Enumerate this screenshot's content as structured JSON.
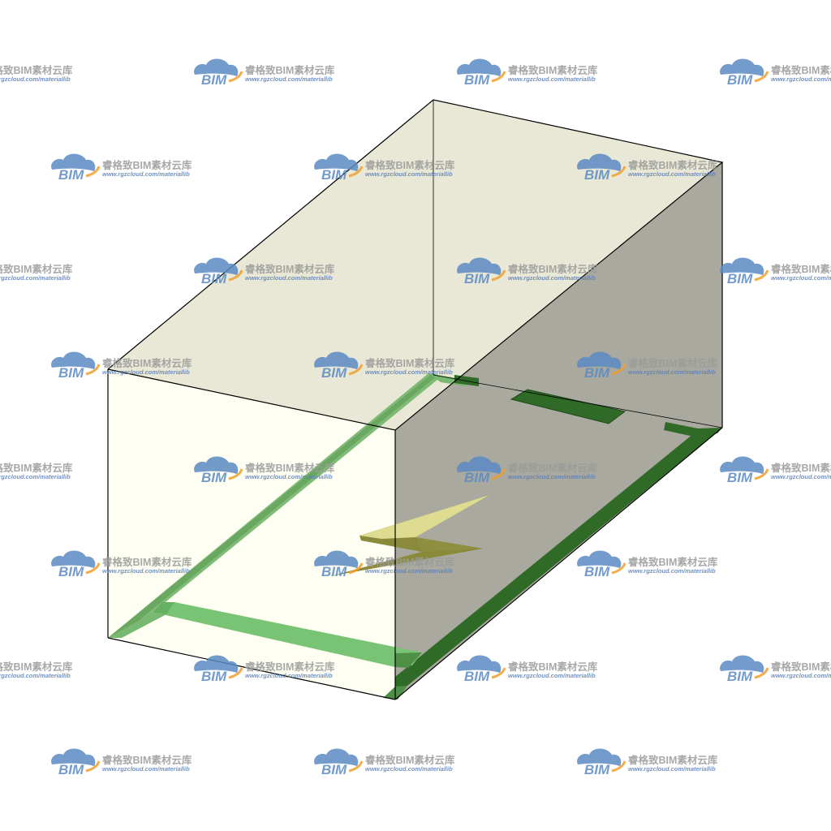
{
  "model": {
    "description_colors": {
      "top_face": "#e9e8d6",
      "front_face": "#fefef2",
      "side_face": "#a9a99f",
      "frame_light": "#78c474",
      "frame_dark": "#2f6a26",
      "frame_mid": "#4d8f45",
      "edge": "#000000",
      "bolt_light": "#dedc90",
      "bolt_dark": "#8a8a3a"
    }
  },
  "watermark": {
    "brand_text": "BIM",
    "title": "睿格致BIM素材云库",
    "url": "www.rgzcloud.com/materiallib",
    "cloud_color": "#5b8ac4",
    "accent_color": "#f0a030",
    "text_color": "#9a9a9a",
    "url_color": "#5b7fb8"
  }
}
